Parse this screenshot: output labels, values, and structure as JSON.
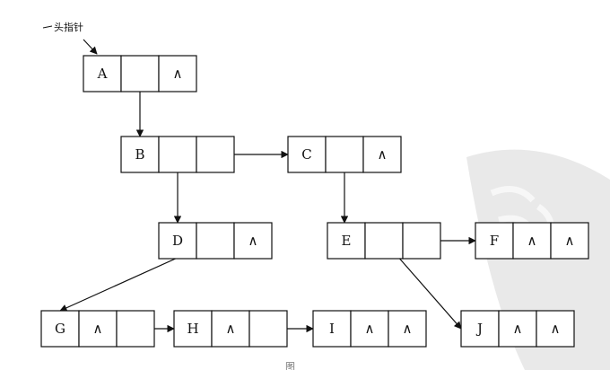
{
  "head_pointer_label": "头指针",
  "null_symbol": "∧",
  "caption": "图",
  "nodes": [
    {
      "id": "A",
      "label": "A",
      "fields": [
        "A",
        "",
        "∧"
      ]
    },
    {
      "id": "B",
      "label": "B",
      "fields": [
        "B",
        "",
        ""
      ]
    },
    {
      "id": "C",
      "label": "C",
      "fields": [
        "C",
        "",
        "∧"
      ]
    },
    {
      "id": "D",
      "label": "D",
      "fields": [
        "D",
        "",
        "∧"
      ]
    },
    {
      "id": "E",
      "label": "E",
      "fields": [
        "E",
        "",
        ""
      ]
    },
    {
      "id": "F",
      "label": "F",
      "fields": [
        "F",
        "∧",
        "∧"
      ]
    },
    {
      "id": "G",
      "label": "G",
      "fields": [
        "G",
        "∧",
        ""
      ]
    },
    {
      "id": "H",
      "label": "H",
      "fields": [
        "H",
        "∧",
        ""
      ]
    },
    {
      "id": "I",
      "label": "I",
      "fields": [
        "I",
        "∧",
        "∧"
      ]
    },
    {
      "id": "J",
      "label": "J",
      "fields": [
        "J",
        "∧",
        "∧"
      ]
    }
  ],
  "edges": [
    {
      "from": "A",
      "field": 1,
      "to": "B"
    },
    {
      "from": "B",
      "field": 1,
      "to": "D"
    },
    {
      "from": "B",
      "field": 2,
      "to": "C"
    },
    {
      "from": "C",
      "field": 1,
      "to": "E"
    },
    {
      "from": "D",
      "field": 1,
      "to": "G"
    },
    {
      "from": "E",
      "field": 1,
      "to": "J"
    },
    {
      "from": "E",
      "field": 2,
      "to": "F"
    },
    {
      "from": "G",
      "field": 2,
      "to": "H"
    },
    {
      "from": "H",
      "field": 2,
      "to": "I"
    }
  ]
}
